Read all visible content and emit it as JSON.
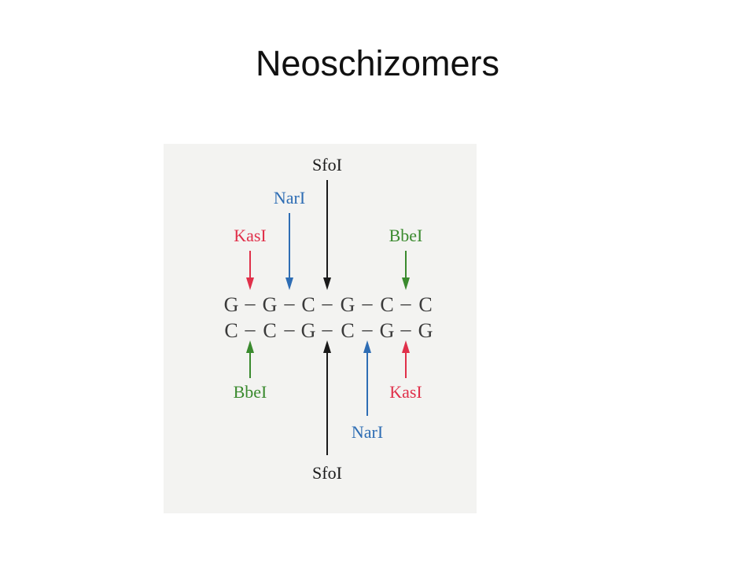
{
  "slide": {
    "title": "Neoschizomers"
  },
  "diagram": {
    "top_strand": [
      "G",
      "G",
      "C",
      "G",
      "C",
      "C"
    ],
    "bottom_strand": [
      "C",
      "C",
      "G",
      "C",
      "G",
      "G"
    ],
    "bond_symbol": "–",
    "colors": {
      "SfoI": "#1a1a1a",
      "NarI": "#2e6db4",
      "KasI": "#e0304a",
      "BbeI": "#3a8a2e",
      "sequence": "#3a3a3a",
      "panel_background": "#f3f3f1"
    },
    "top_labels": {
      "sfoi": "SfoI",
      "nari": "NarI",
      "kasi": "KasI",
      "bbei": "BbeI"
    },
    "bottom_labels": {
      "bbei": "BbeI",
      "kasi": "KasI",
      "nari": "NarI",
      "sfoi": "SfoI"
    }
  }
}
